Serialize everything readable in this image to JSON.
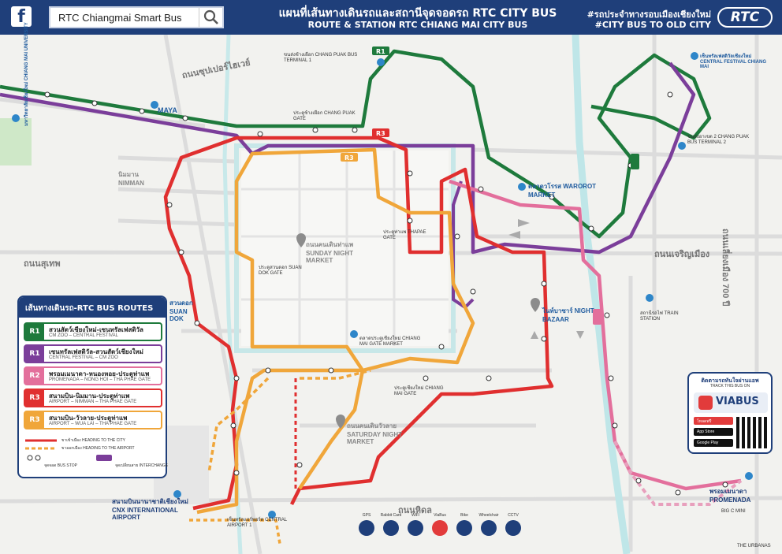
{
  "header": {
    "search_text": "RTC Chiangmai Smart Bus",
    "title_th": "แผนที่เส้นทางเดินรถและสถานีจุดจอดรถ RTC CITY BUS",
    "title_en": "ROUTE & STATION RTC CHIANG MAI CITY BUS",
    "hashtag_th": "#รถประจำทางรอบเมืองเชียงใหม่",
    "hashtag_en": "#CITY BUS TO OLD CITY",
    "logo": "RTC",
    "icons": [
      "facebook-icon",
      "search-icon"
    ]
  },
  "route_colors": {
    "R1_green": "#1e7a3c",
    "R1_purple": "#7b3e9a",
    "R2": "#e36f9c",
    "R3_red": "#e02f2f",
    "R3_orange": "#f0a63a"
  },
  "roads": {
    "superhighway": "ถนนซุปเปอร์ไฮเวย์",
    "suthep": "ถนนสุเทพ",
    "charoen_mueang": "ถนนเจริญเมือง",
    "hi_del": "ถนนหิดล",
    "ring_700": "ถนนเลี่ยงเมือง 700 ปี"
  },
  "landmarks": {
    "maya": "MAYA",
    "cm_university": "มหาวิทยาลัยเชียงใหม่ CHIANG MAI UNIVERSITY",
    "nimman": "นิมมาน NIMMAN",
    "suan_dok": "สวนดอก SUAN DOK",
    "sunday_market": "ถนนคนเดินท่าแพ SUNDAY NIGHT MARKET",
    "saturday_market": "ถนนคนเดินวัวลาย SATURDAY NIGHT MARKET",
    "warorot": "ตลาดวโรรส WAROROT MARKET",
    "night_bazaar": "ไนท์บาซาร์ NIGHT BAZAAR",
    "central_festival": "เซ็นทรัลเฟสติวัลเชียงใหม่ CENTRAL FESTIVAL CHIANG MAI",
    "bus_terminal_2": "ขนส่งอาเขต 2 CHANG PUAK BUS TERMINAL 2",
    "bus_terminal_1": "ขนส่งช้างเผือก CHANG PUAK BUS TERMINAL 1",
    "chang_puak_gate": "ประตูช้างเผือก CHANG PUAK GATE",
    "thapae_gate": "ประตูท่าแพ THAPAE GATE",
    "chiang_mai_gate": "ประตูเชียงใหม่ CHIANG MAI GATE",
    "suan_dok_gate": "ประตูสวนดอก SUAN DOK GATE",
    "airport": "สนามบินนานาชาติเชียงใหม่ CNX INTERNATIONAL AIRPORT",
    "central_airport": "เซ็นทรัลแอร์พอร์ต CENTRAL AIRPORT 1",
    "promenada": "พรอมเมนาดา PROMENADA",
    "train_station": "สถานีรถไฟ TRAIN STATION",
    "chiang_mai_gate_market": "ตลาดประตูเชียงใหม่ CHIANG MAI GATE MARKET",
    "big_c": "BIG C MINI",
    "the_urbanas": "THE URBANAS"
  },
  "legend": {
    "title": "เส้นทางเดินรถ-RTC BUS ROUTES",
    "routes": [
      {
        "code": "R1",
        "color": "#1e7a3c",
        "th": "สวนสัตว์เชียงใหม่-เซนทรัลเฟสติวัล",
        "en": "CM ZOO – CENTRAL FESTIVAL"
      },
      {
        "code": "R1",
        "color": "#7b3e9a",
        "th": "เซนทรัลเฟสติวัล-สวนสัตว์เชียงใหม่",
        "en": "CENTRAL FESTIVAL – CM ZOO"
      },
      {
        "code": "R2",
        "color": "#e36f9c",
        "th": "พรอมเมนาดา-หนองหอย-ประตูท่าแพ",
        "en": "PROMENADA – NONG HOI – THA PHAE GATE"
      },
      {
        "code": "R3",
        "color": "#e02f2f",
        "th": "สนามบิน-นิมมาน-ประตูท่าแพ",
        "en": "AIRPORT – NIMMAN – THA PHAE GATE"
      },
      {
        "code": "R3",
        "color": "#f0a63a",
        "th": "สนามบิน-วัวลาย-ประตูท่าแพ",
        "en": "AIRPORT – WUA LAI – THA PHAE GATE"
      }
    ],
    "keys": [
      "ขาเข้าเมือง HEADING TO THE CITY",
      "ขาออกเมือง HEADING TO THE AIRPORT",
      "จุดจอด BUS STOP",
      "จุดเปลี่ยนสาย INTERCHANGE"
    ]
  },
  "app": {
    "title": "ติดตามรถทันใจผ่านแอพ",
    "subtitle": "TRACK THIS BUS ON",
    "name": "VIABUS",
    "stores": [
      "โหลดฟรี",
      "App Store",
      "Google Play"
    ]
  },
  "facilities": [
    "GPS",
    "Rabbit Card",
    "WiFi",
    "ViaBus",
    "Bike",
    "Wheelchair",
    "CCTV"
  ]
}
